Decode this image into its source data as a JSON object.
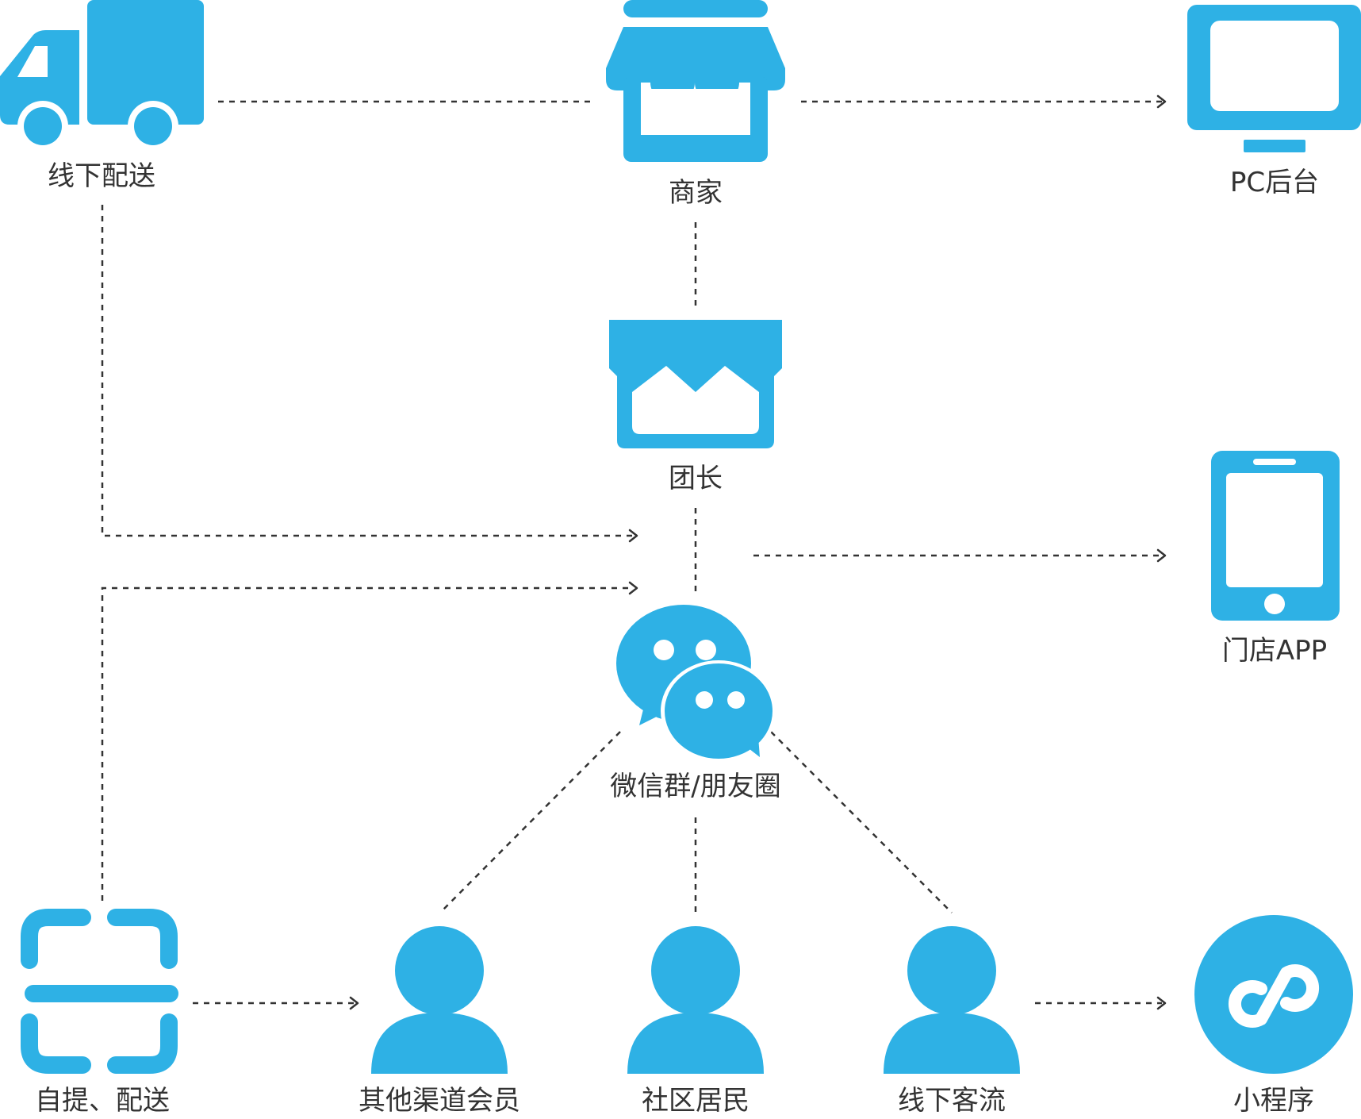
{
  "colors": {
    "icon": "#2eb1e5",
    "line": "#333333",
    "text": "#333333"
  },
  "nodes": {
    "delivery": {
      "label": "线下配送",
      "icon": "truck-icon"
    },
    "merchant": {
      "label": "商家",
      "icon": "storefront-icon"
    },
    "pc": {
      "label": "PC后台",
      "icon": "monitor-icon"
    },
    "leader": {
      "label": "团长",
      "icon": "shop-icon"
    },
    "app": {
      "label": "门店APP",
      "icon": "phone-icon"
    },
    "wechat": {
      "label": "微信群/朋友圈",
      "icon": "wechat-icon"
    },
    "pickup": {
      "label": "自提、配送",
      "icon": "scan-icon"
    },
    "members": {
      "label": "其他渠道会员",
      "icon": "person-icon"
    },
    "residents": {
      "label": "社区居民",
      "icon": "person-icon"
    },
    "offline": {
      "label": "线下客流",
      "icon": "person-icon"
    },
    "miniprogram": {
      "label": "小程序",
      "icon": "mini-program-icon"
    }
  }
}
